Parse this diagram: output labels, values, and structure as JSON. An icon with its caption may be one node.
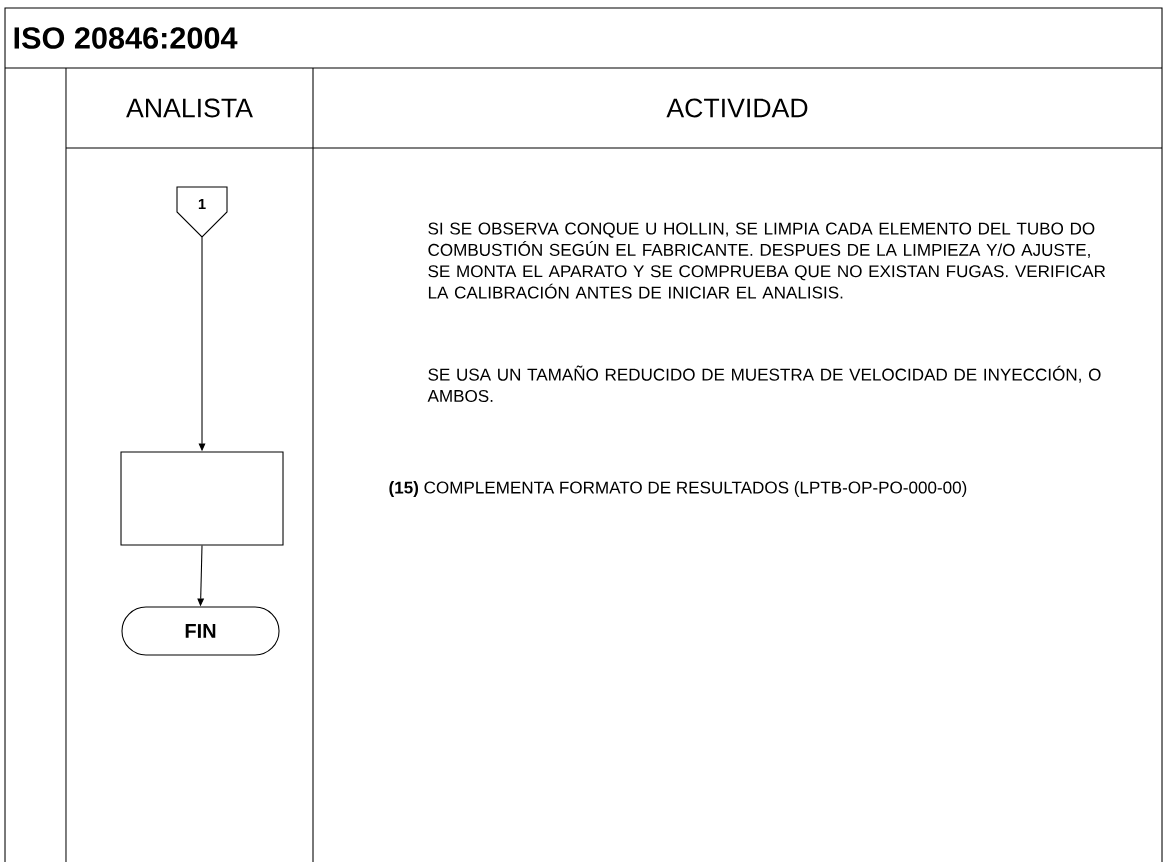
{
  "diagram": {
    "title": "ISO 20846:2004",
    "nodes": [
      {
        "text": [
          "1"
        ]
      },
      {
        "text": [],
        "shape": "box"
      },
      {
        "text": [
          "FIN"
        ]
      }
    ],
    "edges": [
      {
        "from": 0,
        "to": 1,
        "arrow": "to"
      },
      {
        "from": 1,
        "to": 2,
        "arrow": "to"
      }
    ],
    "labels": [
      "ANALISTA",
      "ACTIVIDAD",
      "SI SE OBSERVA CONQUE U HOLLIN, SE LIMPIA CADA ELEMENTO DEL TUBO DO COMBUSTIÓN SEGÚN EL FABRICANTE. DESPUES DE LA LIMPIEZA Y/O AJUSTE, SE MONTA EL APARATO Y SE COMPRUEBA QUE NO EXISTAN FUGAS. VERIFICAR LA CALIBRACIÓN ANTES DE INICIAR EL ANALISIS.",
      "SE USA UN TAMAÑO REDUCIDO DE MUESTRA DE VELOCIDAD DE INYECCIÓN, O AMBOS.",
      "**(15)** COMPLEMENTA FORMATO DE RESULTADOS (LPTB-OP-PO-000-00)"
    ]
  }
}
